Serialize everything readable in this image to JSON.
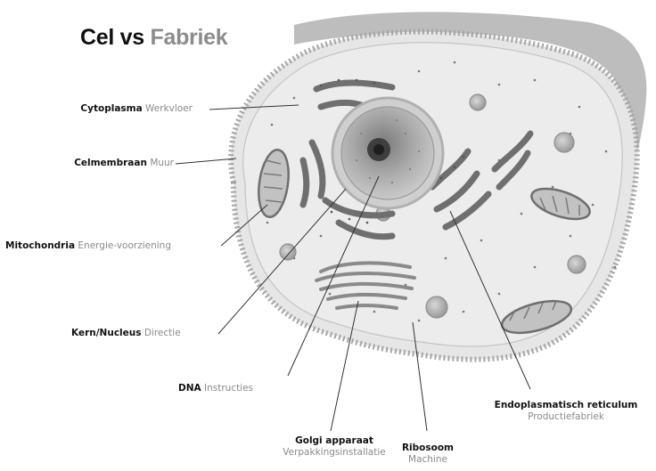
{
  "title": {
    "main": "Cel vs",
    "accent": "Fabriek"
  },
  "labels": [
    {
      "id": "cytoplasma",
      "term": "Cytoplasma",
      "meaning": "Werkvloer"
    },
    {
      "id": "celmembraan",
      "term": "Celmembraan",
      "meaning": "Muur"
    },
    {
      "id": "mitochondria",
      "term": "Mitochondria",
      "meaning": "Energie-voorziening"
    },
    {
      "id": "kern",
      "term": "Kern/Nucleus",
      "meaning": "Directie"
    },
    {
      "id": "dna",
      "term": "DNA",
      "meaning": "Instructies"
    },
    {
      "id": "golgi",
      "term": "Golgi apparaat",
      "meaning": "Verpakkingsinstallatie"
    },
    {
      "id": "ribosoom",
      "term": "Ribosoom",
      "meaning": "Machine"
    },
    {
      "id": "er",
      "term": "Endoplasmatisch reticulum",
      "meaning": "Productiefabriek"
    }
  ],
  "colors": {
    "term": "#111111",
    "meaning": "#8a8a8a",
    "cell_fill": "#e9e9e9",
    "membrane": "#9a9a9a",
    "organelle": "#6f6f6f"
  }
}
